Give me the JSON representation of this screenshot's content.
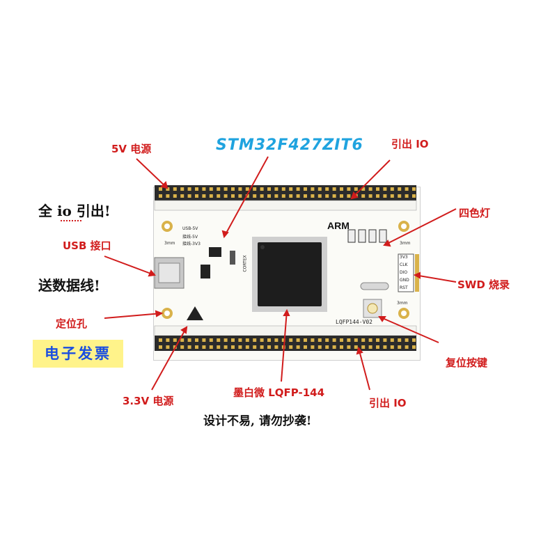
{
  "chip_title": "STM32F427ZIT6",
  "callouts": {
    "power_5v": "5V 电源",
    "io_top": "引出 IO",
    "usb": "USB 接口",
    "four_color_led": "四色灯",
    "swd": "SWD 烧录",
    "mount_hole": "定位孔",
    "reset_button": "复位按键",
    "power_3v3": "3.3V 电源",
    "mcu_package": "墨白微 LQFP-144",
    "io_bottom": "引出 IO"
  },
  "handwritten": {
    "all_io": "全 io 引出!",
    "data_cable": "送数据线!",
    "no_copy": "设计不易, 请勿抄袭!"
  },
  "invoice_label": "电子发票",
  "board": {
    "arm_logo": "ARM",
    "model": "LQFP144-V02",
    "cortex": "CORTEX",
    "swd_pins": [
      "3V3",
      "CLK",
      "DIO",
      "GND",
      "RST"
    ],
    "hole_label": "3mm",
    "usb_notes": [
      "USB-5V",
      "接线-5V",
      "接线-3V3"
    ]
  },
  "colors": {
    "callout": "#d11c1c",
    "chip_title": "#1fa3df",
    "invoice_bg": "#fff38a",
    "invoice_text": "#1a4de0",
    "pin_gold": "#d9b24a"
  }
}
